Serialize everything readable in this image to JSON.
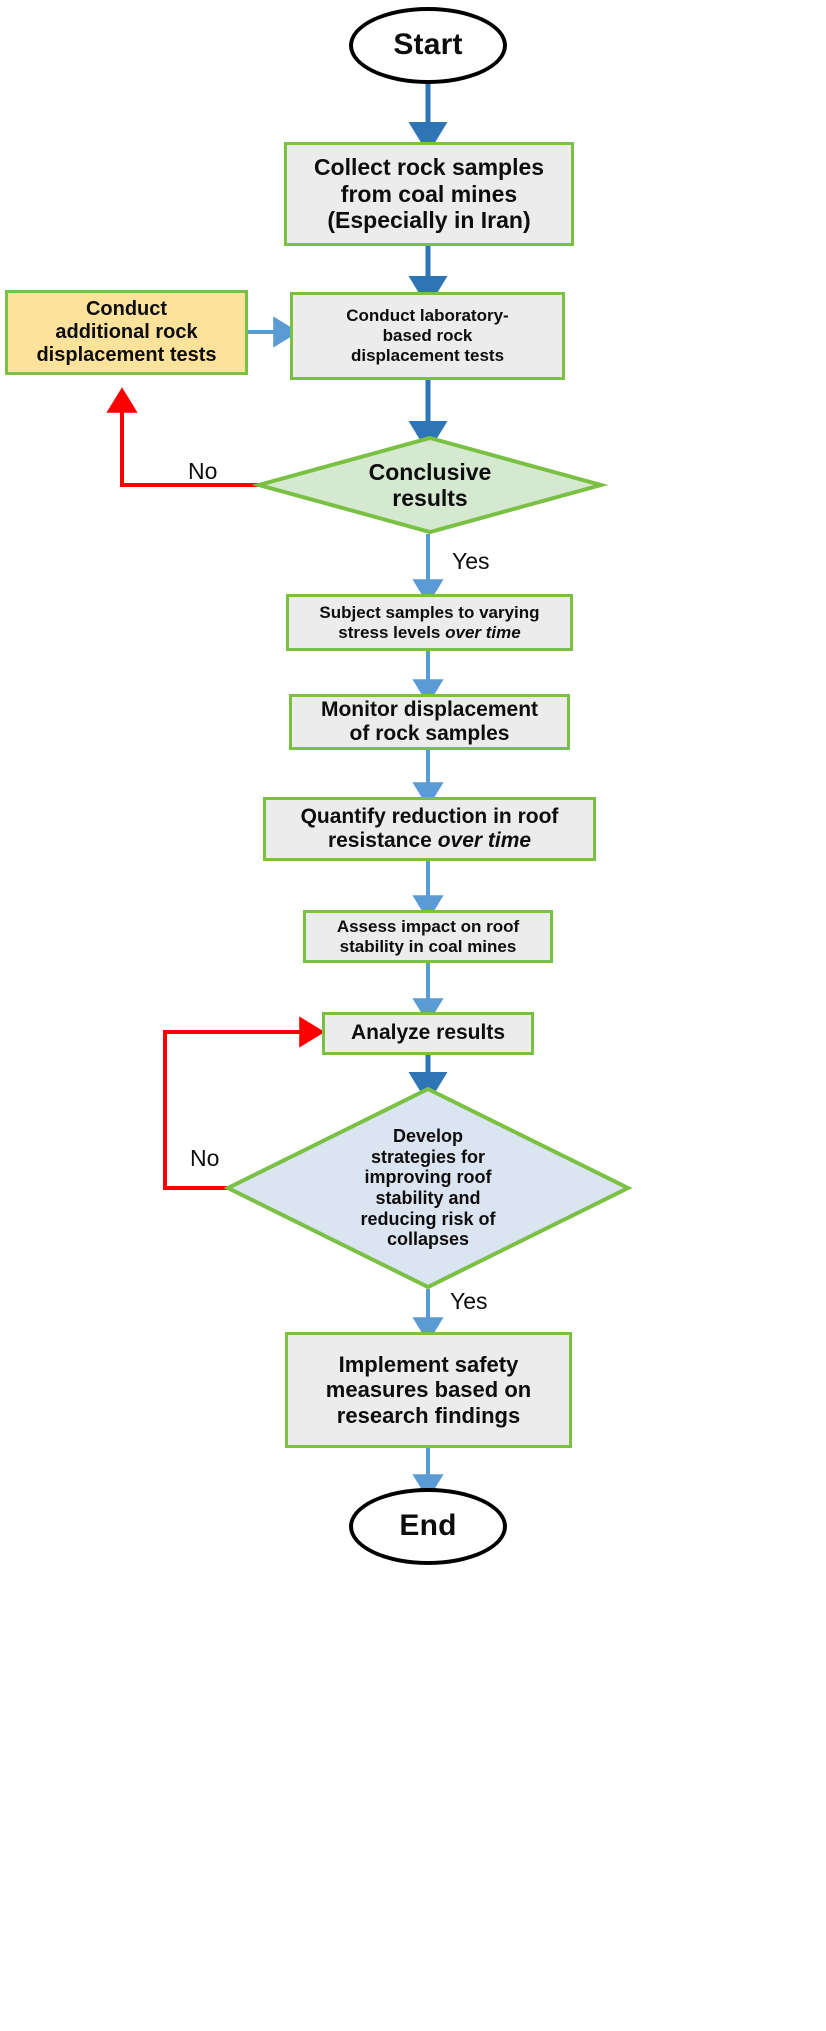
{
  "diagram": {
    "title": "Research methodology flowchart for coal mine roof stability study",
    "type": "flowchart",
    "colors": {
      "node_border_green": "#7ac143",
      "node_fill_gray": "#ececec",
      "node_fill_yellow": "#fce29a",
      "decision_fill_green": "#d5e8d0",
      "decision_fill_blue": "#dbe5f1",
      "terminator_border": "#000000",
      "terminator_fill": "#ffffff",
      "arrow_blue": "#2e75b6",
      "arrow_lightblue": "#5b9bd5",
      "arrow_red": "#ff0000"
    }
  },
  "nodes": {
    "start": {
      "label": "Start",
      "shape": "terminator"
    },
    "collect_samples": {
      "line1": "Collect rock samples",
      "line2": "from coal mines",
      "line3": "(Especially in Iran)",
      "shape": "process"
    },
    "additional_tests": {
      "line1": "Conduct",
      "line2": "additional rock",
      "line3": "displacement tests",
      "shape": "process"
    },
    "lab_tests": {
      "line1": "Conduct laboratory-",
      "line2": "based rock",
      "line3": "displacement tests",
      "shape": "process"
    },
    "conclusive_results": {
      "line1": "Conclusive",
      "line2": "results",
      "shape": "decision"
    },
    "subject_samples": {
      "line1a": "Subject samples to varying",
      "line2a": "stress levels ",
      "line2b": "over time",
      "shape": "process"
    },
    "monitor_displacement": {
      "line1": "Monitor displacement",
      "line2": "of rock samples",
      "shape": "process"
    },
    "quantify_reduction": {
      "line1a": "Quantify reduction in roof",
      "line2a": "resistance ",
      "line2b": "over time",
      "shape": "process"
    },
    "assess_impact": {
      "line1": "Assess impact on roof",
      "line2": "stability in coal mines",
      "shape": "process"
    },
    "analyze_results": {
      "line1": "Analyze results",
      "shape": "process"
    },
    "develop_strategies": {
      "line1": "Develop",
      "line2": "strategies for",
      "line3": "improving roof",
      "line4": "stability and",
      "line5": "reducing risk of",
      "line6": "collapses",
      "shape": "decision"
    },
    "implement_safety": {
      "line1": "Implement safety",
      "line2": "measures based on",
      "line3": "research findings",
      "shape": "process"
    },
    "end": {
      "label": "End",
      "shape": "terminator"
    }
  },
  "edge_labels": {
    "conclusive_no": "No",
    "conclusive_yes": "Yes",
    "strategies_no": "No",
    "strategies_yes": "Yes"
  }
}
